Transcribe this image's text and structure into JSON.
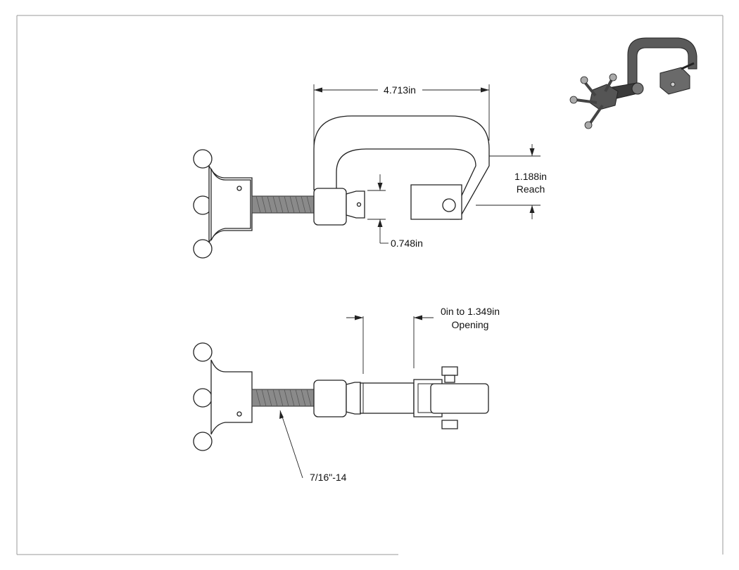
{
  "dimensions": {
    "throat_width": "4.713in",
    "reach_value": "1.188in",
    "reach_label": "Reach",
    "pad_diameter": "0.748in",
    "opening_range": "0in to 1.349in",
    "opening_label": "Opening",
    "thread_spec": "7/16\"-14"
  },
  "colors": {
    "line": "#222222",
    "thread_fill": "#8a8a8a",
    "iso_body": "#5a5a5a"
  }
}
